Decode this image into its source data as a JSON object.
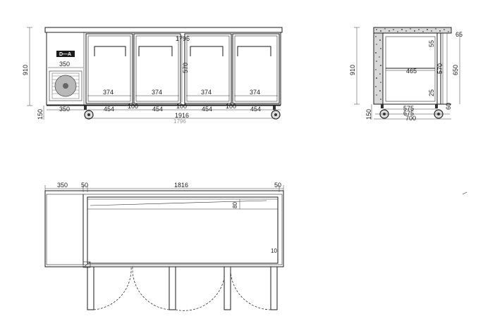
{
  "front_view": {
    "overall_length": "1796",
    "total_height": "910",
    "leg_height": "150",
    "compressor_width": "350",
    "door_section_width": "454",
    "door_gap": "100",
    "door_width": "374",
    "door_height": "570",
    "bottom_total": "1916",
    "bottom_total_faded": "1796",
    "control_panel_label": "D—A"
  },
  "side_view": {
    "total_height": "910",
    "leg_height": "150",
    "top_offset": "65",
    "inner_top": "55",
    "interior_height": "570",
    "shelf_depth": "465",
    "bottom_offset": "25",
    "right_height": "650",
    "base_offset": "60",
    "width_inner": "575",
    "width_mid": "675",
    "overall_depth": "700"
  },
  "top_view": {
    "left_section": "350",
    "left_gap": "50",
    "cabinet_length": "1816",
    "right_gap": "50",
    "inner_depth_label": "80",
    "small_label": "10"
  }
}
